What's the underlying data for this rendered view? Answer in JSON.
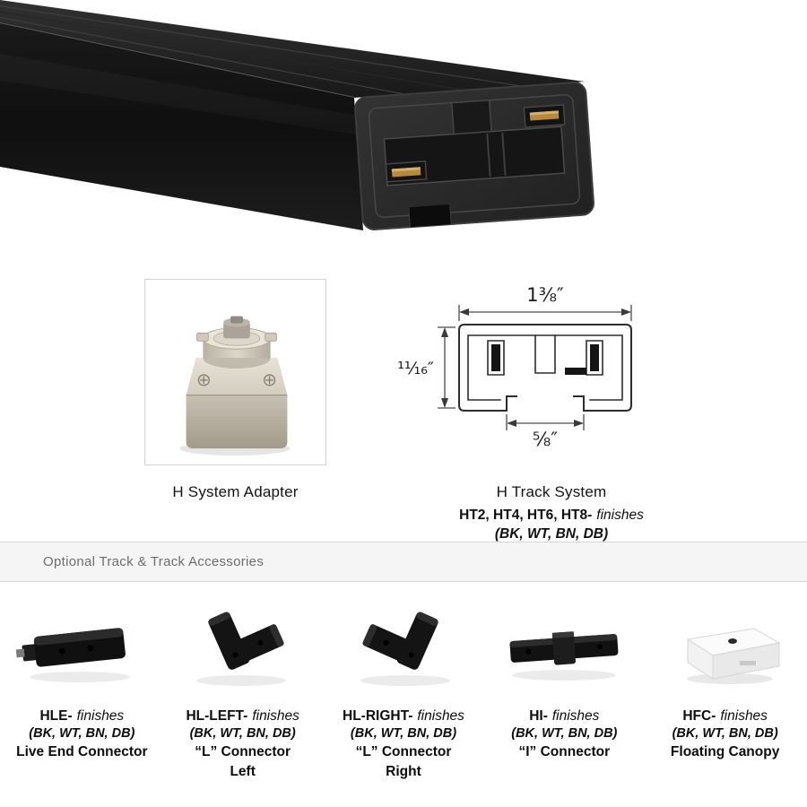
{
  "adapter": {
    "caption": "H System Adapter"
  },
  "track_system": {
    "caption": "H Track System",
    "models": "HT2, HT4, HT6, HT8-",
    "finishes_word": "finishes",
    "finishes": "(BK, WT, BN, DB)",
    "dims": {
      "width": "1⅜″",
      "height": "¹¹⁄₁₆″",
      "slot": "⅝″"
    }
  },
  "divider": {
    "label": "Optional Track & Track Accessories"
  },
  "accessories": [
    {
      "code": "HLE-",
      "finishes_word": "finishes",
      "finishes": "(BK, WT, BN, DB)",
      "lines": [
        "Live End Connector"
      ]
    },
    {
      "code": "HL-LEFT-",
      "finishes_word": "finishes",
      "finishes": "(BK, WT, BN, DB)",
      "lines": [
        "“L” Connector",
        "Left"
      ]
    },
    {
      "code": "HL-RIGHT-",
      "finishes_word": "finishes",
      "finishes": "(BK, WT, BN, DB)",
      "lines": [
        "“L” Connector",
        "Right"
      ]
    },
    {
      "code": "HI-",
      "finishes_word": "finishes",
      "finishes": "(BK, WT, BN, DB)",
      "lines": [
        "“I” Connector"
      ]
    },
    {
      "code": "HFC-",
      "finishes_word": "finishes",
      "finishes": "(BK, WT, BN, DB)",
      "lines": [
        "Floating Canopy"
      ]
    }
  ]
}
